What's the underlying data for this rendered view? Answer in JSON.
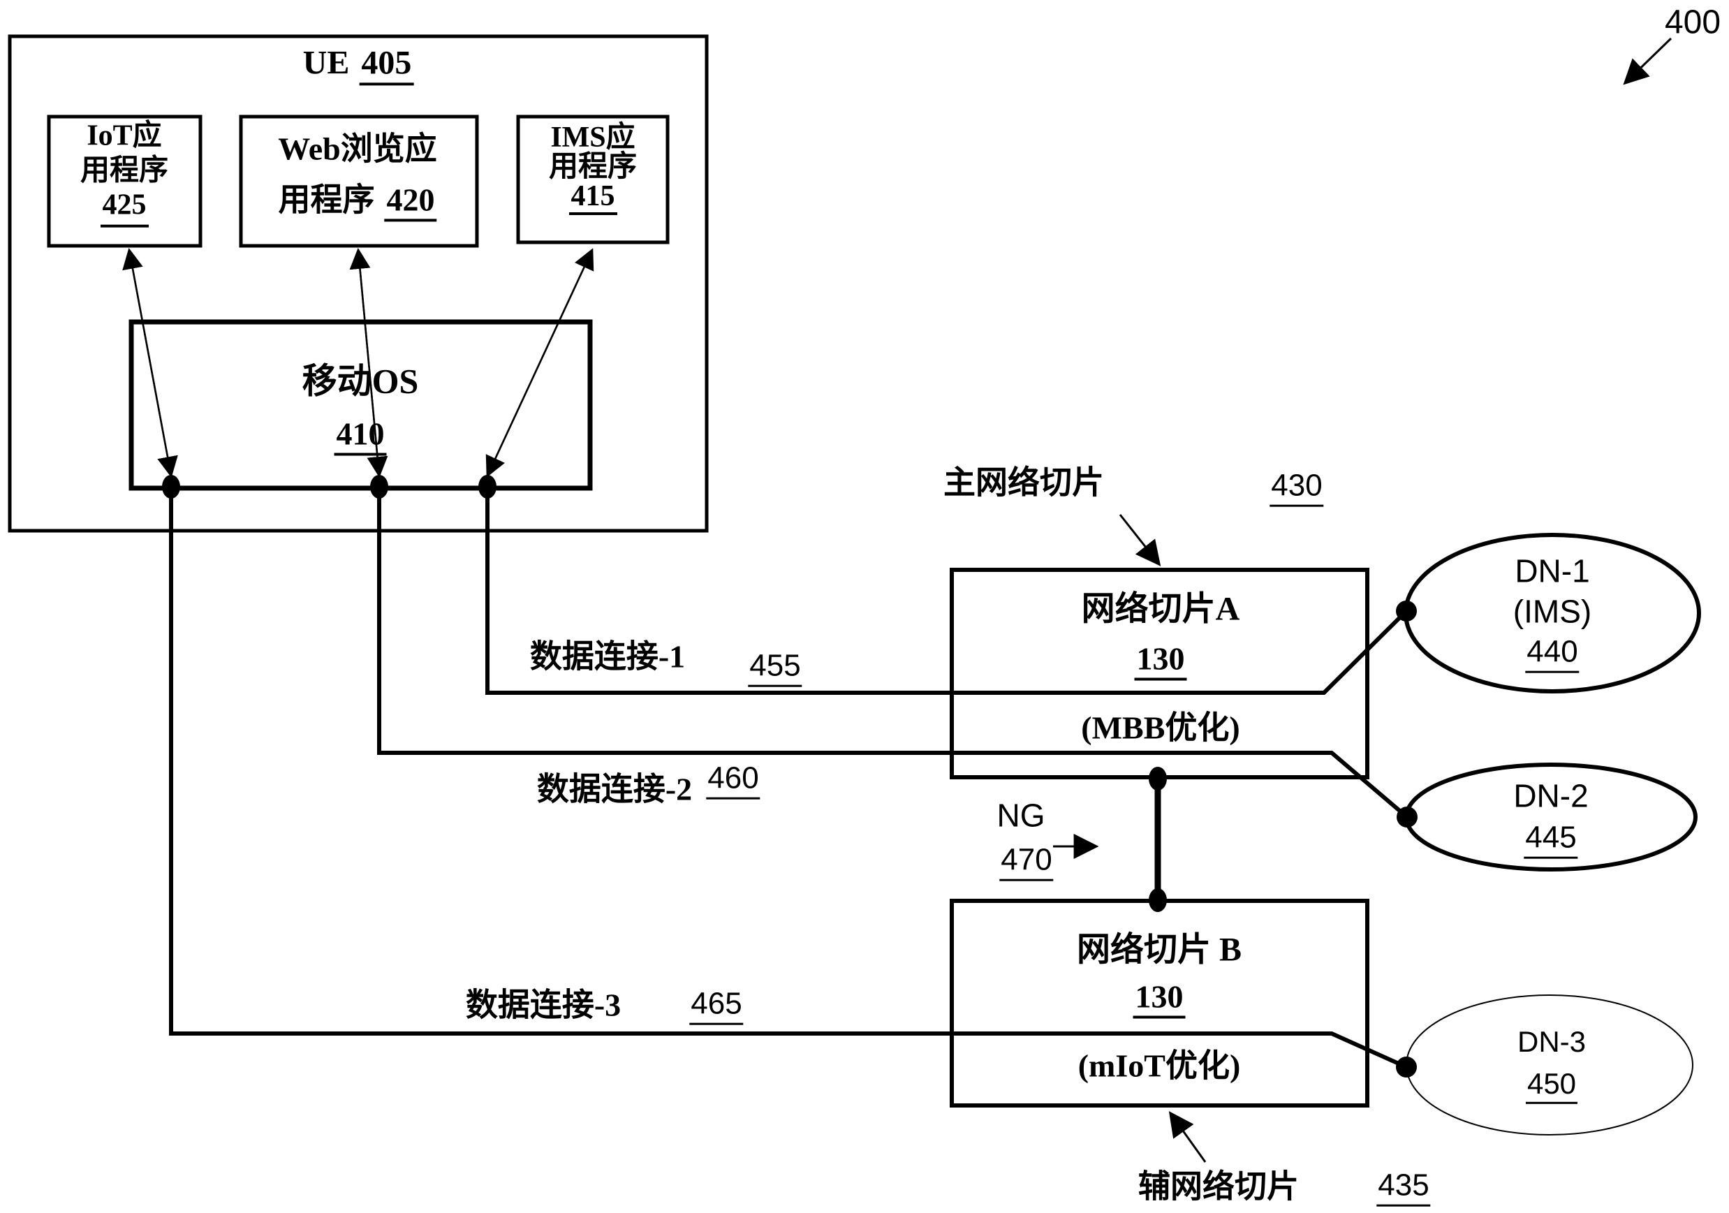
{
  "figure": {
    "ref": "400"
  },
  "ue_box": {
    "title": "UE",
    "ref": "405"
  },
  "apps": {
    "iot": {
      "line1": "IoT应",
      "line2": "用程序",
      "ref": "425"
    },
    "web": {
      "line1": "Web浏览应",
      "line2": "用程序",
      "ref": "420"
    },
    "ims": {
      "line1": "IMS应",
      "line2": "用程序",
      "ref": "415"
    }
  },
  "mobile_os": {
    "title": "移动OS",
    "ref": "410"
  },
  "primary_slice_label": {
    "text": "主网络切片",
    "ref": "430"
  },
  "secondary_slice_label": {
    "text": "辅网络切片",
    "ref": "435"
  },
  "slice_a": {
    "title": "网络切片A",
    "ref": "130",
    "subtitle": "(MBB优化)"
  },
  "slice_b": {
    "title": "网络切片 B",
    "ref": "130",
    "subtitle": "(mIoT优化)"
  },
  "ng_interface": {
    "label": "NG",
    "ref": "470"
  },
  "connections": {
    "dc1": {
      "label": "数据连接-1",
      "ref": "455"
    },
    "dc2": {
      "label": "数据连接-2",
      "ref": "460"
    },
    "dc3": {
      "label": "数据连接-3",
      "ref": "465"
    }
  },
  "data_networks": {
    "dn1": {
      "line1": "DN-1",
      "line2": "(IMS)",
      "ref": "440"
    },
    "dn2": {
      "line1": "DN-2",
      "ref": "445"
    },
    "dn3": {
      "line1": "DN-3",
      "ref": "450"
    }
  },
  "colors": {
    "ink": "#000000",
    "background": "#ffffff"
  }
}
